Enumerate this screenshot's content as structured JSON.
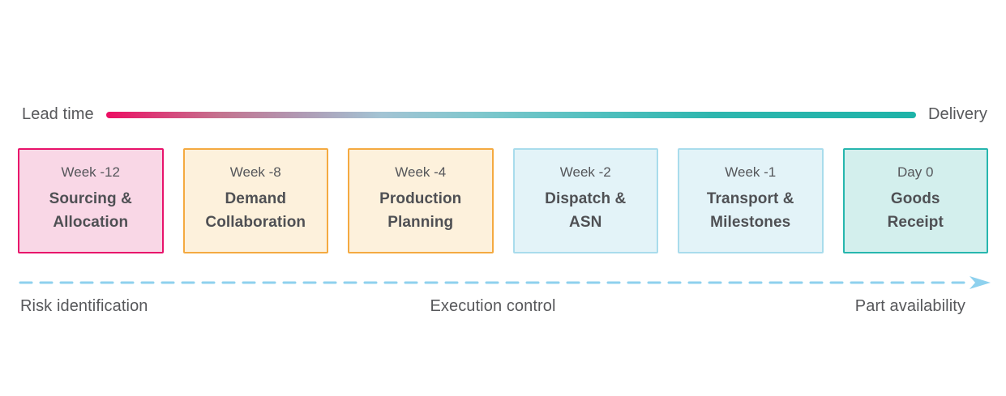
{
  "lead_time_bar": {
    "left_label": "Lead time",
    "right_label": "Delivery",
    "gradient_stops": [
      "#ec0e63 0%",
      "#c4738f 14%",
      "#b09ab4 24%",
      "#a3c4d4 34%",
      "#7fc7cd 46%",
      "#52c0bf 60%",
      "#2db6ae 75%",
      "#1db3a8 100%"
    ]
  },
  "stages": [
    {
      "time": "Week -12",
      "title_lines": [
        "Sourcing &",
        "Allocation"
      ],
      "bg": "#f9d7e6",
      "border": "#e8136b"
    },
    {
      "time": "Week -8",
      "title_lines": [
        "Demand",
        "Collaboration"
      ],
      "bg": "#fdf1dc",
      "border": "#f4aa41"
    },
    {
      "time": "Week -4",
      "title_lines": [
        "Production",
        "Planning"
      ],
      "bg": "#fdf1dc",
      "border": "#f4aa41"
    },
    {
      "time": "Week -2",
      "title_lines": [
        "Dispatch &",
        "ASN"
      ],
      "bg": "#e3f3f8",
      "border": "#a9dcec"
    },
    {
      "time": "Week -1",
      "title_lines": [
        "Transport &",
        "Milestones"
      ],
      "bg": "#e3f3f8",
      "border": "#a9dcec"
    },
    {
      "time": "Day 0",
      "title_lines": [
        "Goods",
        "Receipt"
      ],
      "bg": "#d3efed",
      "border": "#27b6ae"
    }
  ],
  "bottom_axis": {
    "line_color": "#8ed1ee",
    "labels": {
      "left": "Risk identification",
      "center": "Execution control",
      "right": "Part availability"
    }
  },
  "text_colors": {
    "axis_label": "#57585b",
    "stage_time": "#55565a",
    "stage_title": "#4f5054"
  }
}
